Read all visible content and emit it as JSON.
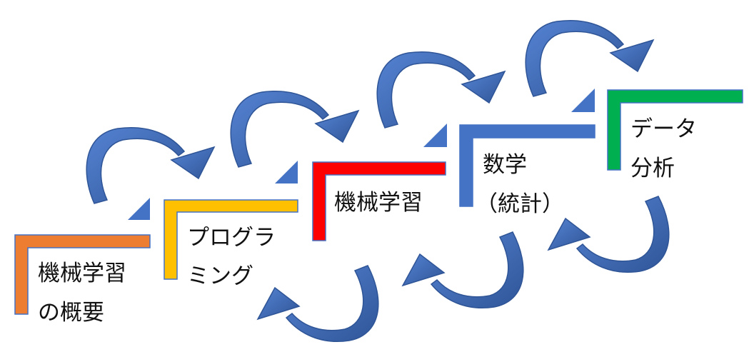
{
  "diagram": {
    "steps": [
      {
        "id": "ml-overview",
        "lines": [
          "機械学習",
          "の概要"
        ],
        "color": "#ED7D31"
      },
      {
        "id": "programming",
        "lines": [
          "プログラ",
          "ミング"
        ],
        "color": "#FFC000"
      },
      {
        "id": "machine-learning",
        "lines": [
          "機械学習"
        ],
        "color": "#FF0000"
      },
      {
        "id": "math-stats",
        "lines": [
          "数学",
          "（統計）"
        ],
        "color": "#4472C4"
      },
      {
        "id": "data-analysis",
        "lines": [
          "データ",
          "分析"
        ],
        "color": "#00B050"
      }
    ],
    "arrow_colors": {
      "fill": "#3F6BBE",
      "stroke": "#2F5597",
      "corner": "#4472C4"
    }
  }
}
